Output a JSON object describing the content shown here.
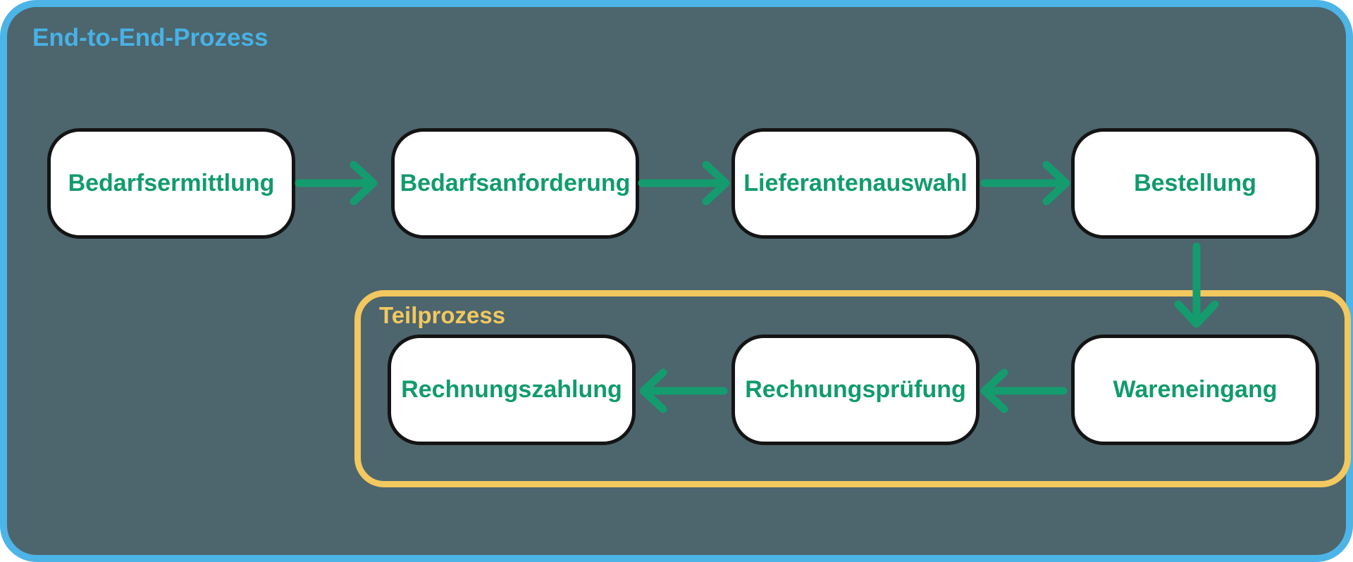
{
  "diagram": {
    "title": {
      "label": "End-to-End-Prozess",
      "color": "#47b2e5"
    },
    "outer_container": {
      "border_color": "#4cb4e7",
      "background": "#4d656d"
    },
    "subprocess": {
      "label": "Teilprozess",
      "color": "#f2c85f"
    },
    "node_style": {
      "background": "#ffffff",
      "border_color": "#141414",
      "text_color": "#129b6c"
    },
    "arrow_color": "#149c6e",
    "nodes": [
      {
        "label": "Bedarfsermittlung"
      },
      {
        "label": "Bedarfsanforderung"
      },
      {
        "label": "Lieferantenauswahl"
      },
      {
        "label": "Bestellung"
      },
      {
        "label": "Wareneingang"
      },
      {
        "label": "Rechnungsprüfung"
      },
      {
        "label": "Rechnungszahlung"
      }
    ],
    "edges": [
      {
        "from": "Bedarfsermittlung",
        "to": "Bedarfsanforderung",
        "direction": "right"
      },
      {
        "from": "Bedarfsanforderung",
        "to": "Lieferantenauswahl",
        "direction": "right"
      },
      {
        "from": "Lieferantenauswahl",
        "to": "Bestellung",
        "direction": "right"
      },
      {
        "from": "Bestellung",
        "to": "Wareneingang",
        "direction": "down"
      },
      {
        "from": "Wareneingang",
        "to": "Rechnungsprüfung",
        "direction": "left"
      },
      {
        "from": "Rechnungsprüfung",
        "to": "Rechnungszahlung",
        "direction": "left"
      }
    ]
  }
}
